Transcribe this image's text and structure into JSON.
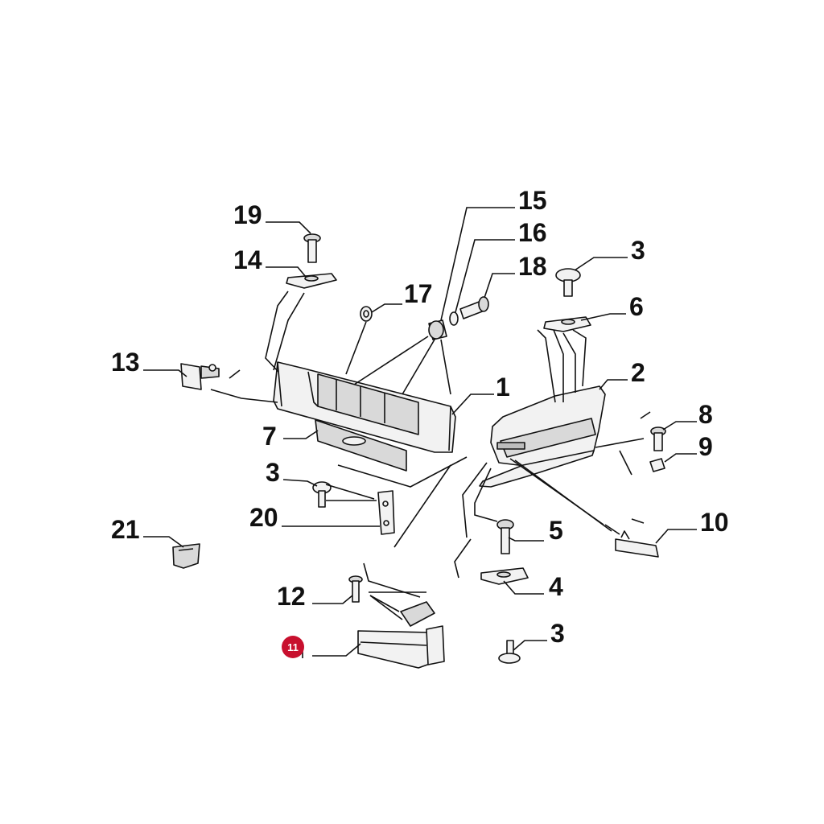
{
  "callouts": {
    "c1": "1",
    "c2": "2",
    "c3a": "3",
    "c3b": "3",
    "c3c": "3",
    "c4": "4",
    "c5": "5",
    "c6": "6",
    "c7": "7",
    "c8": "8",
    "c9": "9",
    "c10": "10",
    "c12": "12",
    "c13": "13",
    "c14": "14",
    "c15": "15",
    "c16": "16",
    "c17": "17",
    "c18": "18",
    "c19": "19",
    "c20": "20",
    "c21": "21"
  },
  "highlight": {
    "label": "11",
    "color": "#c8102e"
  }
}
